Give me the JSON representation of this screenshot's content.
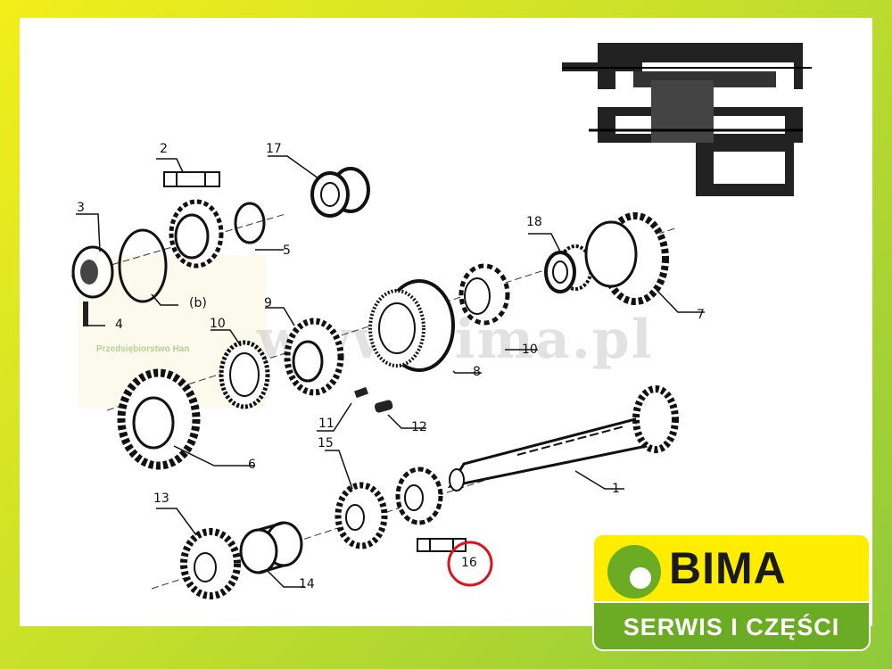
{
  "watermark": {
    "site": "www.bima.pl",
    "company": "Przedsiębiorstwo Han"
  },
  "labels": {
    "p1": "1",
    "p2": "2",
    "p3": "3",
    "p4": "4",
    "p5": "5",
    "p6": "6",
    "p7": "7",
    "p8": "8",
    "p9": "9",
    "p10a": "10",
    "p10b": "10",
    "p11": "11",
    "p12": "12",
    "p13": "13",
    "p14": "14",
    "p15": "15",
    "p16": "16",
    "p17": "17",
    "p18": "18",
    "pb": "(b)"
  },
  "highlighted_part": "16",
  "logo": {
    "name": "BIMA",
    "tagline": "SERWIS I CZĘŚCI"
  },
  "colors": {
    "frame_green": "#8fc93a",
    "frame_yellow": "#f2ee1a",
    "logo_yellow": "#ffed00",
    "logo_green": "#6cab24",
    "highlight": "#d9141b"
  }
}
